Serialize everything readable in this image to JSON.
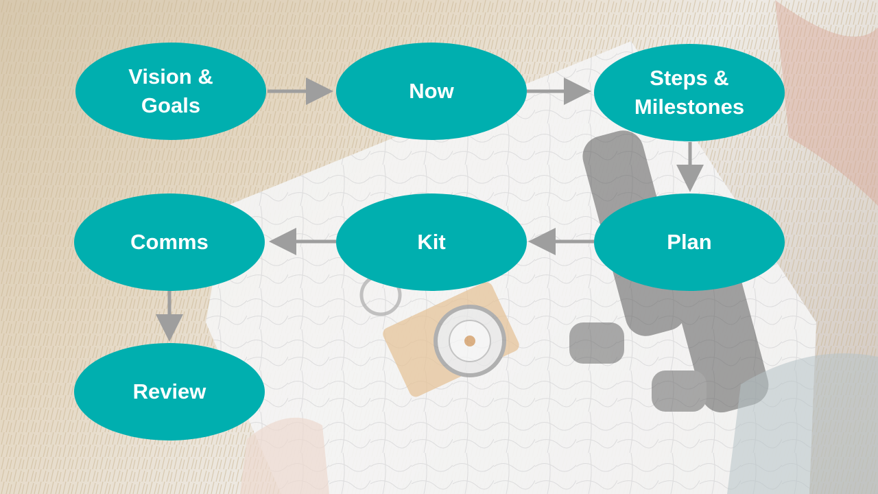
{
  "nodes": {
    "vision_goals": {
      "line1": "Vision &",
      "line2": "Goals"
    },
    "now": {
      "label": "Now"
    },
    "steps_milestones": {
      "line1": "Steps &",
      "line2": "Milestones"
    },
    "plan": {
      "label": "Plan"
    },
    "kit": {
      "label": "Kit"
    },
    "comms": {
      "label": "Comms"
    },
    "review": {
      "label": "Review"
    }
  },
  "flow_order": [
    "Vision & Goals",
    "Now",
    "Steps & Milestones",
    "Plan",
    "Kit",
    "Comms",
    "Review"
  ],
  "colors": {
    "node_fill": "#00AFAF",
    "node_text": "#FFFFFF",
    "arrow": "#9E9E9E"
  },
  "background": "faded photo: person holding a map with compass and binoculars"
}
